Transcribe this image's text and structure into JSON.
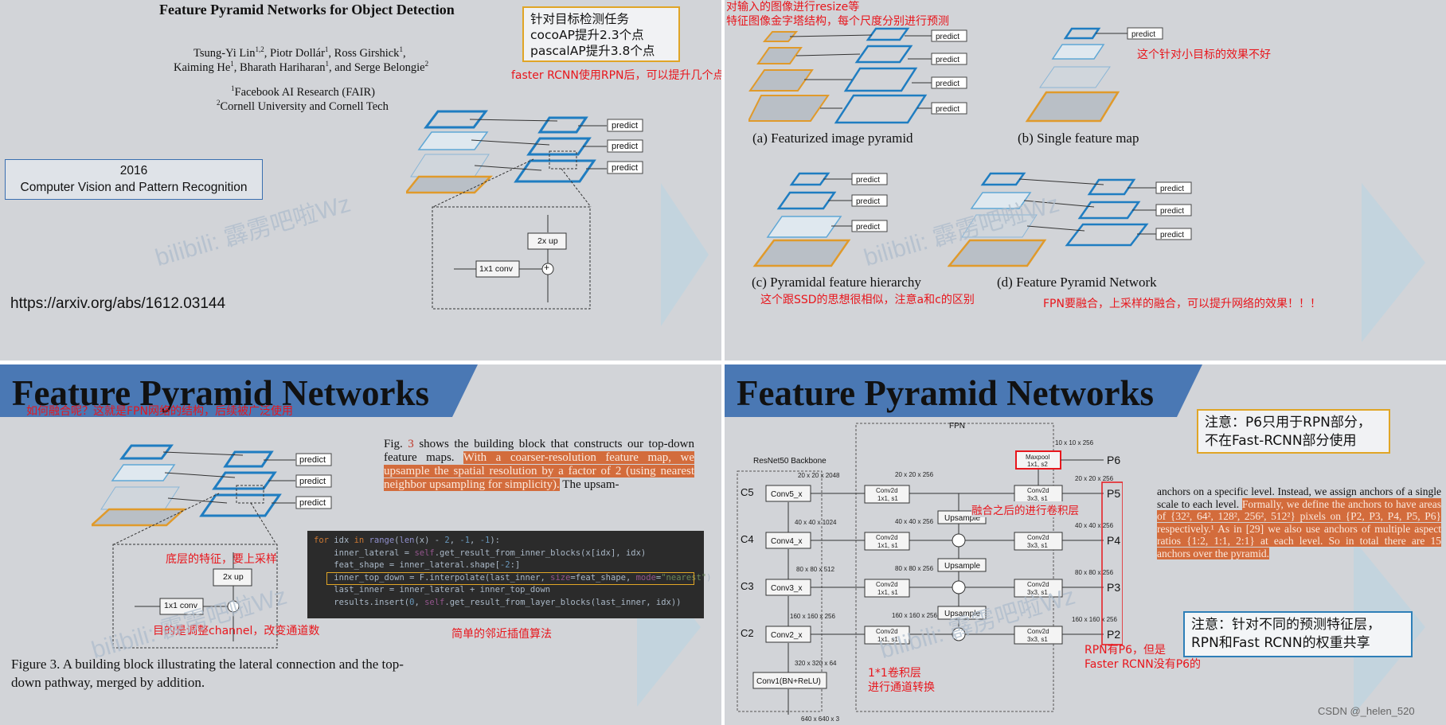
{
  "q1": {
    "paper_title": "Feature Pyramid Networks for Object Detection",
    "authors_line1": "Tsung-Yi Lin",
    "authors_line1_sup": "1,2",
    "authors_line1_rest": ", Piotr Dollár",
    "authors_line1_sup2": "1",
    "authors_line1_rest2": ", Ross Girshick",
    "authors_line1_sup3": "1",
    "authors_line1_end": ",",
    "authors_line2": "Kaiming He",
    "authors_line2_sup": "1",
    "authors_line2_rest": ", Bharath Hariharan",
    "authors_line2_sup2": "1",
    "authors_line2_rest2": ", and Serge Belongie",
    "authors_line2_sup3": "2",
    "aff1_sup": "1",
    "aff1": "Facebook AI Research (FAIR)",
    "aff2_sup": "2",
    "aff2": "Cornell University and Cornell Tech",
    "venue_year": "2016",
    "venue_name": "Computer Vision and Pattern Recognition",
    "url": "https://arxiv.org/abs/1612.03144",
    "note_box_lines": [
      "针对目标检测任务",
      "cocoAP提升2.3个点",
      "pascalAP提升3.8个点"
    ],
    "note_rpn": "faster RCNN使用RPN后，可以提升几个点",
    "predict_labels": [
      "predict",
      "predict",
      "predict"
    ],
    "up_label": "2x up",
    "conv_label": "1x1 conv",
    "plus_label": "+",
    "watermark": "bilibili: 霹雳吧啦Wz"
  },
  "q2": {
    "note_top_line1": "对输入的图像进行resize等",
    "note_top_line2": "特征图像金字塔结构，每个尺度分别进行预测",
    "note_b": "这个针对小目标的效果不好",
    "caption_a": "(a) Featurized image pyramid",
    "caption_b": "(b) Single feature map",
    "caption_c": "(c) Pyramidal feature hierarchy",
    "caption_d": "(d) Feature Pyramid Network",
    "note_c": "这个跟SSD的思想很相似，注意a和c的区别",
    "note_d": "FPN要融合，上采样的融合，可以提升网络的效果！！！",
    "predict": "predict",
    "watermark": "bilibili: 霹雳吧啦Wz"
  },
  "q3": {
    "banner_title": "Feature Pyramid Networks",
    "note_how": "如何融合呢？这就是FPN网络的结构，后续被广泛使用",
    "fig_text_pre": "Fig. ",
    "fig_ref": "3",
    "fig_text_mid": " shows the building block that constructs our top-down feature maps. ",
    "fig_text_hl": "With a coarser-resolution feature map, we upsample the spatial resolution by a factor of 2 (using nearest neighbor upsampling for simplicity).",
    "fig_text_post": " The upsam-",
    "note_upsample": "底层的特征，要上采样",
    "note_channel": "目的是调整channel，改变通道数",
    "note_nearest": "简单的邻近插值算法",
    "figure_caption": "Figure 3. A building block illustrating the lateral connection and the top-down pathway, merged by addition.",
    "predict_labels": [
      "predict",
      "predict",
      "predict"
    ],
    "up_label": "2x up",
    "conv_label": "1x1 conv",
    "code_lines": [
      [
        [
          "kw",
          "for "
        ],
        [
          "txt",
          "idx "
        ],
        [
          "kw",
          "in "
        ],
        [
          "fn",
          "range"
        ],
        [
          "txt",
          "("
        ],
        [
          "fn",
          "len"
        ],
        [
          "txt",
          "(x) - "
        ],
        [
          "num",
          "2"
        ],
        [
          "txt",
          ", "
        ],
        [
          "num",
          "-1"
        ],
        [
          "txt",
          ", "
        ],
        [
          "num",
          "-1"
        ],
        [
          "txt",
          "):"
        ]
      ],
      [
        [
          "txt",
          "    inner_lateral = "
        ],
        [
          "self",
          "self"
        ],
        [
          "txt",
          ".get_result_from_inner_blocks(x[idx], idx)"
        ]
      ],
      [
        [
          "txt",
          "    feat_shape = inner_lateral.shape["
        ],
        [
          "num",
          "-2"
        ],
        [
          "txt",
          ":]"
        ]
      ],
      [
        [
          "txt",
          "    inner_top_down = F.interpolate(last_inner, "
        ],
        [
          "self",
          "size"
        ],
        [
          "txt",
          "=feat_shape, "
        ],
        [
          "self",
          "mode"
        ],
        [
          "txt",
          "="
        ],
        [
          "str",
          "\"nearest\""
        ],
        [
          "txt",
          ")"
        ]
      ],
      [
        [
          "txt",
          "    last_inner = inner_lateral + inner_top_down"
        ]
      ],
      [
        [
          "txt",
          "    results.insert("
        ],
        [
          "num",
          "0"
        ],
        [
          "txt",
          ", "
        ],
        [
          "self",
          "self"
        ],
        [
          "txt",
          ".get_result_from_layer_blocks(last_inner, idx))"
        ]
      ]
    ],
    "watermark": "bilibili: 霹雳吧啦Wz"
  },
  "q4": {
    "banner_title": "Feature Pyramid Networks",
    "fpn_label": "FPN",
    "backbone_label": "ResNet50 Backbone",
    "stages": [
      {
        "name": "C5",
        "block": "Conv5_x",
        "dim": "20 x 20 x 2048"
      },
      {
        "name": "C4",
        "block": "Conv4_x",
        "dim": "40 x 40 x 1024"
      },
      {
        "name": "C3",
        "block": "Conv3_x",
        "dim": "80 x 80 x 512"
      },
      {
        "name": "C2",
        "block": "Conv2_x",
        "dim": "160 x 160 x 256"
      }
    ],
    "stem": "Conv1(BN+ReLU)",
    "stem_dim": "320 x 320 x 64",
    "input_dim": "640 x 640 x 3",
    "lateral_label_1": "Conv2d",
    "lateral_label_2": "1x1, s1",
    "lateral_dims": [
      "20 x 20 x 256",
      "40 x 40 x 256",
      "80 x 80 x 256",
      "160 x 160 x 256"
    ],
    "out_label_1": "Conv2d",
    "out_label_2": "3x3, s1",
    "out_dims": [
      "20 x 20 x 256",
      "40 x 40 x 256",
      "80 x 80 x 256",
      "160 x 160 x 256"
    ],
    "outputs": [
      "P5",
      "P4",
      "P3",
      "P2"
    ],
    "upsample": "Upsample",
    "maxpool_1": "Maxpool",
    "maxpool_2": "1x1, s2",
    "p6": "P6",
    "p6_dim": "10 x 10 x 256",
    "note_p6_line1": "注意：P6只用于RPN部分，",
    "note_p6_line2": "不在Fast-RCNN部分使用",
    "note_fuse": "融合之后的进行卷积层",
    "note_1x1_line1": "1*1卷积层",
    "note_1x1_line2": "进行通道转换",
    "note_rpn_line1": "RPN有P6，但是",
    "note_rpn_line2": "Faster RCNN没有P6的",
    "note_share_line1": "注意：针对不同的预测特征层，",
    "note_share_line2": "RPN和Fast RCNN的权重共享",
    "anchor_text_pre": "anchors on a specific level. Instead, we assign anchors of a single scale to each level. ",
    "anchor_text_hl": "Formally, we define the anchors to have areas of {32², 64², 128², 256², 512²} pixels on {P2, P3, P4, P5, P6} respectively.¹ As in [29] we also use anchors of multiple aspect ratios {1:2, 1:1, 2:1} at each level. So in total there are 15 anchors over the pyramid.",
    "watermark": "bilibili: 霹雳吧啦Wz",
    "csdn": "CSDN @_helen_520"
  }
}
